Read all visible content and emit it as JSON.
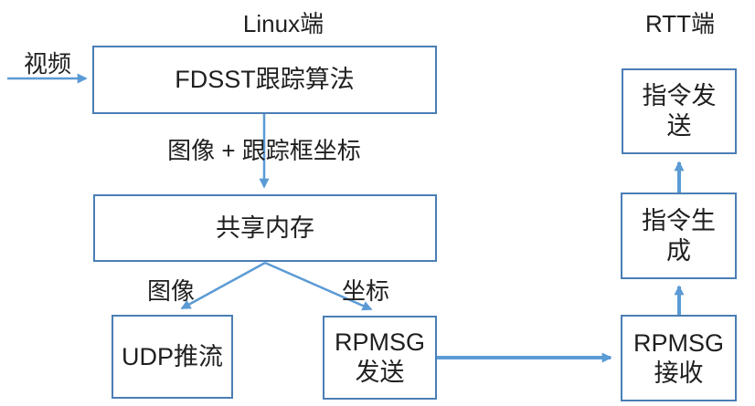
{
  "diagram": {
    "titles": {
      "linux": "Linux端",
      "rtt": "RTT端"
    },
    "nodes": {
      "fdsst": "FDSST跟踪算法",
      "shared_memory": "共享内存",
      "udp_push": "UDP推流",
      "rpmsg_send": "RPMSG\n发送",
      "rpmsg_recv": "RPMSG\n接收",
      "cmd_gen": "指令生\n成",
      "cmd_send": "指令发\n送"
    },
    "edge_labels": {
      "video": "视频",
      "image_plus_bbox": "图像 + 跟踪框坐标",
      "image": "图像",
      "coord": "坐标"
    },
    "colors": {
      "box_border": "#4a7eb5",
      "arrow": "#5b9bd5",
      "text": "#1f1f1f",
      "background": "#ffffff"
    }
  }
}
